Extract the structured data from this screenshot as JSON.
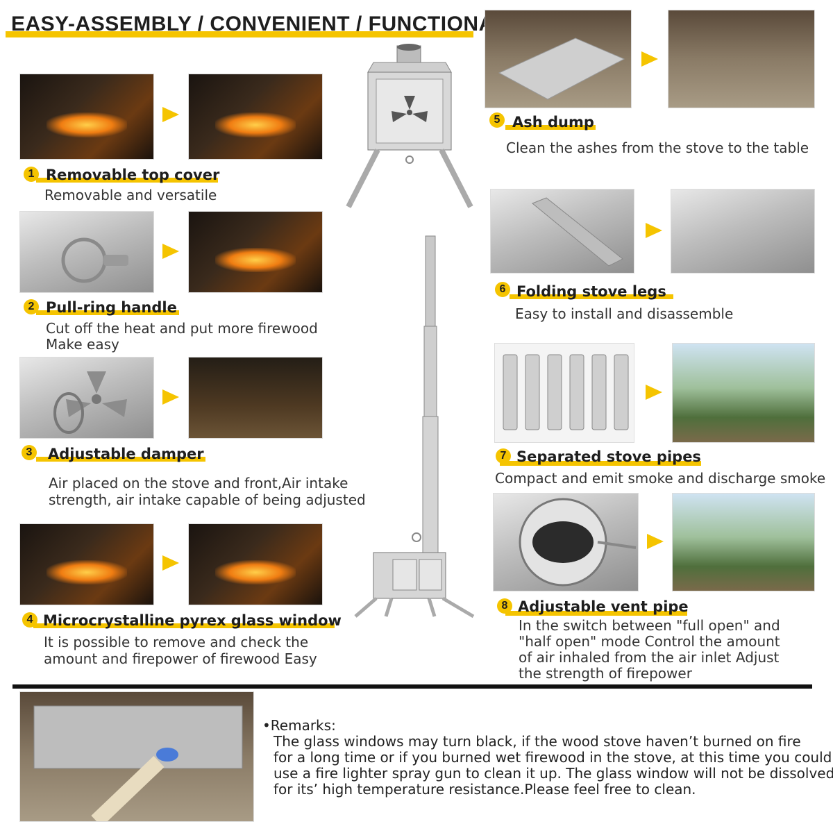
{
  "header": {
    "title": "EASY-ASSEMBLY / CONVENIENT / FUNCTIONAL"
  },
  "features": [
    {
      "number": "1",
      "title": "Removable top cover",
      "lines": [
        "Removable and versatile"
      ]
    },
    {
      "number": "2",
      "title": "Pull-ring handle",
      "lines": [
        "Cut off the heat and put more firewood",
        "Make easy"
      ]
    },
    {
      "number": "3",
      "title": "Adjustable damper",
      "lines": [
        "Air placed on the stove and front,Air intake",
        "strength, air intake capable of being adjusted"
      ]
    },
    {
      "number": "4",
      "title": "Microcrystalline pyrex glass window",
      "lines": [
        "It is possible to remove and check the",
        "amount and firepower of firewood Easy"
      ]
    },
    {
      "number": "5",
      "title": "Ash dump",
      "lines": [
        "Clean the ashes from the stove to the table"
      ]
    },
    {
      "number": "6",
      "title": "Folding stove legs",
      "lines": [
        "Easy to install and disassemble"
      ]
    },
    {
      "number": "7",
      "title": "Separated stove pipes",
      "lines": [
        "Compact and emit smoke and discharge smoke"
      ]
    },
    {
      "number": "8",
      "title": "Adjustable vent pipe",
      "lines": [
        "In the switch between \"full open\" and",
        "\"half open\" mode Control the amount",
        "of air inhaled from the air inlet Adjust",
        "the strength of firepower"
      ]
    }
  ],
  "remarks": {
    "bullet": "•",
    "label": "Remarks:",
    "lines": [
      "The glass windows may turn black, if the wood stove haven’t burned on fire",
      "for a long time or if you burned wet firewood in the stove, at this time you could",
      "use a fire lighter spray gun to clean it up. The glass window will not be dissolved",
      "for its’  high temperature resistance.Please feel free to clean."
    ]
  },
  "colors": {
    "accent": "#f5c400",
    "text": "#333333",
    "title": "#1e1e1e",
    "divider": "#111111"
  }
}
